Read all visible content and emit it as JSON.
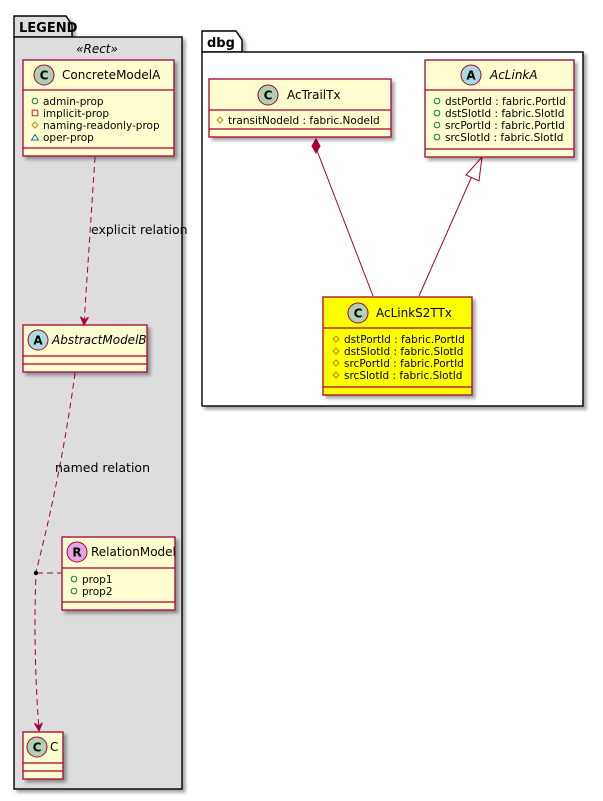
{
  "packages": {
    "legend": {
      "title": "LEGEND",
      "stereotype": "«Rect»"
    },
    "dbg": {
      "title": "dbg"
    }
  },
  "classes": {
    "concrete_model_a": {
      "kind": "C",
      "name": "ConcreteModelA",
      "attributes": [
        "admin-prop",
        "implicit-prop",
        "naming-readonly-prop",
        "oper-prop"
      ]
    },
    "abstract_model_b": {
      "kind": "A",
      "name": "AbstractModelB"
    },
    "relation_model": {
      "kind": "R",
      "name": "RelationModel",
      "attributes": [
        "prop1",
        "prop2"
      ]
    },
    "c": {
      "kind": "C",
      "name": "C"
    },
    "ac_trail_tx": {
      "kind": "C",
      "name": "AcTrailTx",
      "attributes": [
        "transitNodeId : fabric.NodeId"
      ]
    },
    "ac_link_a": {
      "kind": "A",
      "name": "AcLinkA",
      "attributes": [
        "dstPortId : fabric.PortId",
        "dstSlotId : fabric.SlotId",
        "srcPortId : fabric.PortId",
        "srcSlotId : fabric.SlotId"
      ]
    },
    "ac_link_s2t_tx": {
      "kind": "C",
      "name": "AcLinkS2TTx",
      "attributes": [
        "dstPortId : fabric.PortId",
        "dstSlotId : fabric.SlotId",
        "srcPortId : fabric.PortId",
        "srcSlotId : fabric.SlotId"
      ]
    }
  },
  "relations": {
    "explicit": "explicit relation",
    "named": "named relation"
  },
  "colors": {
    "class_fill": "#FEFECE",
    "class_border": "#A80036",
    "highlight_fill": "#FFFF00",
    "legend_fill": "#DDDDDD",
    "badge_c": "#ADD1B2",
    "badge_a": "#A9DCDF",
    "badge_r": "#E3A4E3"
  }
}
